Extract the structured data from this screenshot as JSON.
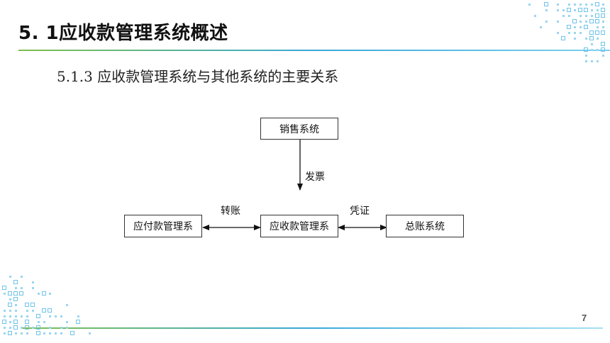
{
  "slide": {
    "title": "5. 1应收款管理系统概述",
    "subtitle": "5.1.3 应收款管理系统与其他系统的主要关系",
    "page_number": "7"
  },
  "diagram": {
    "nodes": {
      "sales": "销售系统",
      "ap": "应付款管理系",
      "ar": "应收款管理系",
      "gl": "总账系统"
    },
    "edges": {
      "sales_to_ar": "发票",
      "ap_ar": "转账",
      "ar_gl": "凭证"
    }
  },
  "colors": {
    "accent_green": "#7fbf4a",
    "accent_blue": "#39a9d8",
    "decor_blue": "#6fc3ea"
  }
}
